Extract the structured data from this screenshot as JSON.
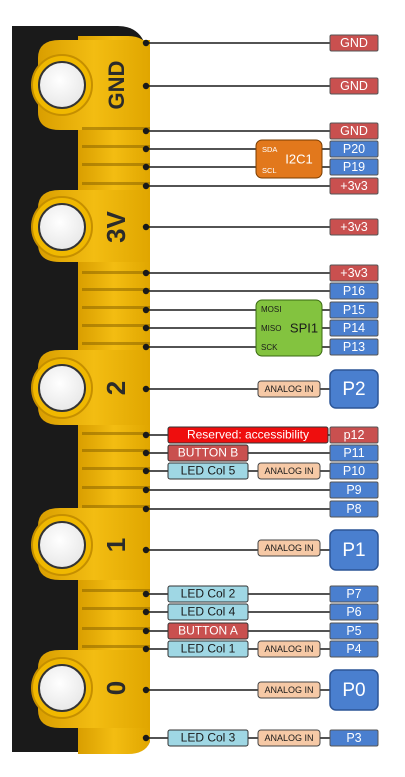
{
  "colors": {
    "board": "#1a1a1a",
    "gold": "#f0b800",
    "gold_dark": "#c58f00",
    "pin_blue": "#4a7fcf",
    "power_red": "#c9504f",
    "reserved_red": "#ef0e0e",
    "led_cyan": "#9fd7e4",
    "analog_peach": "#f6c9a6",
    "i2c_orange": "#e2781c",
    "spi_green": "#83c33f",
    "wire": "#1a1a1a"
  },
  "board": {
    "large_pins": [
      {
        "label": "GND"
      },
      {
        "label": "3V"
      },
      {
        "label": "2"
      },
      {
        "label": "1"
      },
      {
        "label": "0"
      }
    ]
  },
  "pins": [
    {
      "label": "GND"
    },
    {
      "label": "GND"
    },
    {
      "label": "GND"
    },
    {
      "label": "P20"
    },
    {
      "label": "P19"
    },
    {
      "label": "+3v3"
    },
    {
      "label": "+3v3"
    },
    {
      "label": "+3v3"
    },
    {
      "label": "P16"
    },
    {
      "label": "P15"
    },
    {
      "label": "P14"
    },
    {
      "label": "P13"
    },
    {
      "label": "P2"
    },
    {
      "label": "p12"
    },
    {
      "label": "P11"
    },
    {
      "label": "P10"
    },
    {
      "label": "P9"
    },
    {
      "label": "P8"
    },
    {
      "label": "P1"
    },
    {
      "label": "P7"
    },
    {
      "label": "P6"
    },
    {
      "label": "P5"
    },
    {
      "label": "P4"
    },
    {
      "label": "P0"
    },
    {
      "label": "P3"
    }
  ],
  "functions": {
    "reserved": "Reserved: accessibility",
    "button_b": "BUTTON B",
    "button_a": "BUTTON A",
    "led_col5": "LED Col 5",
    "led_col2": "LED Col 2",
    "led_col4": "LED Col 4",
    "led_col1": "LED Col 1",
    "led_col3": "LED Col 3",
    "analog_in": "ANALOG IN"
  },
  "i2c": {
    "name": "I2C1",
    "lines": [
      "SDA",
      "SCL"
    ]
  },
  "spi": {
    "name": "SPI1",
    "lines": [
      "MOSI",
      "MISO",
      "SCK"
    ]
  }
}
